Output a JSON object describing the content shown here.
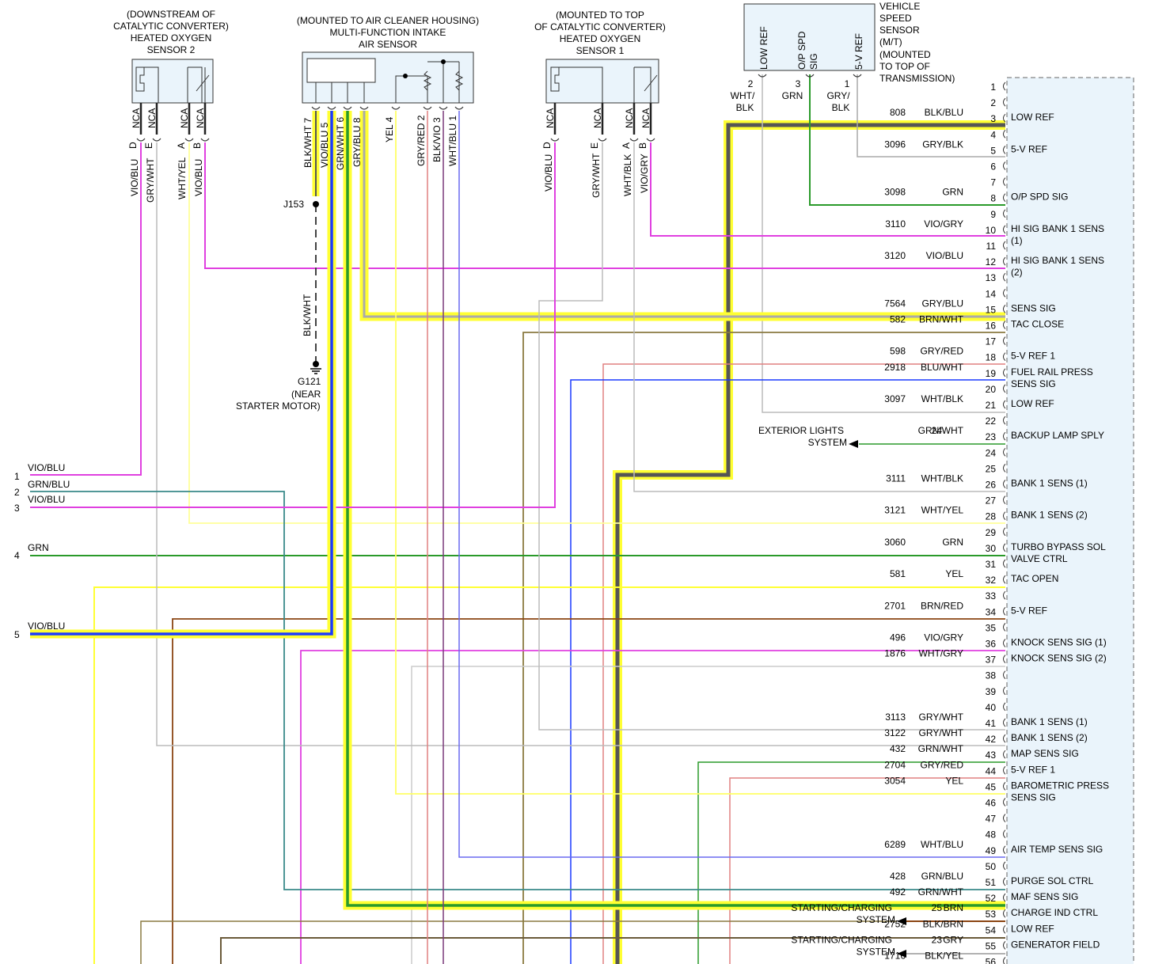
{
  "sensors": {
    "downstream": {
      "lines": [
        "(DOWNSTREAM OF",
        "CATALYTIC CONVERTER)",
        "HEATED OXYGEN",
        "SENSOR 2"
      ]
    },
    "mafs": {
      "lines": [
        "(MOUNTED TO AIR CLEANER HOUSING)",
        "MULTI-FUNCTION INTAKE",
        "AIR SENSOR"
      ]
    },
    "upstream": {
      "lines": [
        "(MOUNTED TO TOP",
        "OF CATALYTIC CONVERTER)",
        "HEATED OXYGEN",
        "SENSOR 1"
      ]
    },
    "vss": {
      "lines": [
        "VEHICLE",
        "SPEED",
        "SENSOR",
        "(M/T)",
        "(MOUNTED",
        "TO TOP OF",
        "TRANSMISSION)"
      ]
    }
  },
  "pin_labels": {
    "s2": [
      "NCA",
      "NCA",
      "NCA",
      "NCA"
    ],
    "s2_pins": [
      "D",
      "E",
      "A",
      "B"
    ],
    "s2_wires": [
      "VIO/BLU",
      "GRY/WHT",
      "WHT/YEL",
      "VIO/BLU"
    ],
    "mafs_wires": [
      "BLK/WHT  7",
      "VIO/BLU  5",
      "GRN/WHT  6",
      "GRY/BLU  8",
      "YEL  4",
      "GRY/RED  2",
      "BLK/VIO  3",
      "WHT/BLU  1"
    ],
    "s1": [
      "NCA",
      "NCA",
      "NCA",
      "NCA"
    ],
    "s1_pins": [
      "D",
      "E",
      "A",
      "B"
    ],
    "s1_wires": [
      "VIO/BLU",
      "GRY/WHT",
      "WHT/BLK",
      "VIO/GRY"
    ],
    "vss_pins": [
      "LOW REF",
      "O/P SPD",
      "SIG",
      "5-V REF"
    ],
    "vss_wires": [
      "2",
      "WHT/",
      "BLK",
      "3",
      "GRN",
      "1",
      "GRY/",
      "BLK"
    ]
  },
  "ground": {
    "splice": "J153",
    "wire": "BLK/WHT",
    "lines": [
      "G121",
      "(NEAR",
      "STARTER MOTOR)"
    ]
  },
  "left_connector": [
    {
      "pin": "1",
      "color": "VIO/BLU"
    },
    {
      "pin": "2",
      "color": "GRN/BLU"
    },
    {
      "pin": "3",
      "color": "VIO/BLU"
    },
    {
      "pin": "4",
      "color": "GRN"
    },
    {
      "pin": "5",
      "color": "VIO/BLU"
    }
  ],
  "ecm_rows": [
    {
      "pin": "1"
    },
    {
      "pin": "2"
    },
    {
      "pin": "3",
      "circuit": "808",
      "color": "BLK/BLU",
      "label": "LOW REF"
    },
    {
      "pin": "4"
    },
    {
      "pin": "5",
      "circuit": "3096",
      "color": "GRY/BLK",
      "label": "5-V REF"
    },
    {
      "pin": "6"
    },
    {
      "pin": "7"
    },
    {
      "pin": "8",
      "circuit": "3098",
      "color": "GRN",
      "label": "O/P SPD SIG"
    },
    {
      "pin": "9"
    },
    {
      "pin": "10",
      "circuit": "3110",
      "color": "VIO/GRY",
      "label": "HI SIG BANK 1 SENS",
      "label2": "(1)"
    },
    {
      "pin": "11"
    },
    {
      "pin": "12",
      "circuit": "3120",
      "color": "VIO/BLU",
      "label": "HI SIG BANK 1 SENS",
      "label2": "(2)"
    },
    {
      "pin": "13"
    },
    {
      "pin": "14"
    },
    {
      "pin": "15",
      "circuit": "7564",
      "color": "GRY/BLU",
      "label": "SENS SIG"
    },
    {
      "pin": "16",
      "circuit": "582",
      "color": "BRN/WHT",
      "label": "TAC CLOSE"
    },
    {
      "pin": "17"
    },
    {
      "pin": "18",
      "circuit": "598",
      "color": "GRY/RED",
      "label": "5-V REF 1"
    },
    {
      "pin": "19",
      "circuit": "2918",
      "color": "BLU/WHT",
      "label": "FUEL RAIL PRESS",
      "label2": "SENS SIG"
    },
    {
      "pin": "20"
    },
    {
      "pin": "21",
      "circuit": "3097",
      "color": "WHT/BLK",
      "label": "LOW REF"
    },
    {
      "pin": "22"
    },
    {
      "pin": "23",
      "circuit": "24",
      "color": "GRN/WHT",
      "label": "BACKUP LAMP SPLY",
      "ext": "EXTERIOR LIGHTS",
      "ext2": "SYSTEM"
    },
    {
      "pin": "24"
    },
    {
      "pin": "25"
    },
    {
      "pin": "26",
      "circuit": "3111",
      "color": "WHT/BLK",
      "label": "BANK 1 SENS (1)"
    },
    {
      "pin": "27"
    },
    {
      "pin": "28",
      "circuit": "3121",
      "color": "WHT/YEL",
      "label": "BANK 1 SENS (2)"
    },
    {
      "pin": "29"
    },
    {
      "pin": "30",
      "circuit": "3060",
      "color": "GRN",
      "label": "TURBO BYPASS SOL",
      "label2": "VALVE CTRL"
    },
    {
      "pin": "31"
    },
    {
      "pin": "32",
      "circuit": "581",
      "color": "YEL",
      "label": "TAC OPEN"
    },
    {
      "pin": "33"
    },
    {
      "pin": "34",
      "circuit": "2701",
      "color": "BRN/RED",
      "label": "5-V REF"
    },
    {
      "pin": "35"
    },
    {
      "pin": "36",
      "circuit": "496",
      "color": "VIO/GRY",
      "label": "KNOCK SENS SIG (1)"
    },
    {
      "pin": "37",
      "circuit": "1876",
      "color": "WHT/GRY",
      "label": "KNOCK SENS SIG (2)"
    },
    {
      "pin": "38"
    },
    {
      "pin": "39"
    },
    {
      "pin": "40"
    },
    {
      "pin": "41",
      "circuit": "3113",
      "color": "GRY/WHT",
      "label": "BANK 1 SENS (1)"
    },
    {
      "pin": "42",
      "circuit": "3122",
      "color": "GRY/WHT",
      "label": "BANK 1 SENS (2)"
    },
    {
      "pin": "43",
      "circuit": "432",
      "color": "GRN/WHT",
      "label": "MAP SENS SIG"
    },
    {
      "pin": "44",
      "circuit": "2704",
      "color": "GRY/RED",
      "label": "5-V REF 1"
    },
    {
      "pin": "45",
      "circuit": "3054",
      "color": "YEL",
      "label": "BAROMETRIC PRESS",
      "label2": "SENS SIG"
    },
    {
      "pin": "46"
    },
    {
      "pin": "47"
    },
    {
      "pin": "48"
    },
    {
      "pin": "49",
      "circuit": "6289",
      "color": "WHT/BLU",
      "label": "AIR TEMP SENS SIG"
    },
    {
      "pin": "50"
    },
    {
      "pin": "51",
      "circuit": "428",
      "color": "GRN/BLU",
      "label": "PURGE SOL CTRL"
    },
    {
      "pin": "52",
      "circuit": "492",
      "color": "GRN/WHT",
      "label": "MAF SENS SIG"
    },
    {
      "pin": "53",
      "circuit": "25",
      "color": "BRN",
      "label": "CHARGE IND CTRL",
      "ext": "STARTING/CHARGING",
      "ext2": "SYSTEM"
    },
    {
      "pin": "54",
      "circuit": "2752",
      "color": "BLK/BRN",
      "label": "LOW REF"
    },
    {
      "pin": "55",
      "circuit": "23",
      "color": "GRY",
      "label": "GENERATOR FIELD",
      "ext": "STARTING/CHARGING",
      "ext2": "SYSTEM"
    },
    {
      "pin": "56",
      "circuit": "1716",
      "color": "BLK/YEL"
    }
  ],
  "colors": {
    "vio": "#e040e0",
    "grn": "#2a9a2a",
    "yel": "#ffff33",
    "brn": "#8b4513",
    "blu": "#1a3aff",
    "gry": "#bdbdbd",
    "wire_grn_blu": "#3a8a8a",
    "wire_brn_wht": "#8a7a40",
    "ecm_fill": "#eaf4fb"
  }
}
